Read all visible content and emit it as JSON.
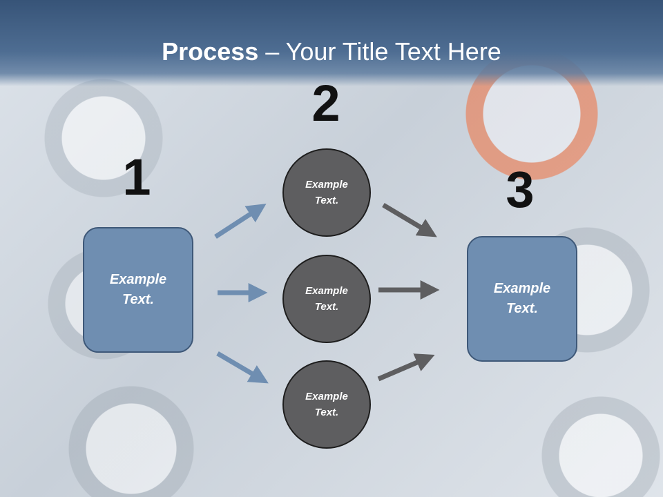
{
  "slide": {
    "title_bold": "Process",
    "title_rest": " – Your Title Text Here"
  },
  "steps": {
    "one": {
      "number": "1",
      "label": "Example Text."
    },
    "two": {
      "number": "2"
    },
    "three": {
      "number": "3",
      "label": "Example Text."
    }
  },
  "circles": [
    {
      "label": "Example Text."
    },
    {
      "label": "Example Text."
    },
    {
      "label": "Example Text."
    }
  ],
  "colors": {
    "header": "#4e6d92",
    "box_fill": "#6f8eb1",
    "circle_fill": "#5e5e60",
    "blue_arrow": "#6f8eb1",
    "gray_arrow": "#5e5e60"
  }
}
